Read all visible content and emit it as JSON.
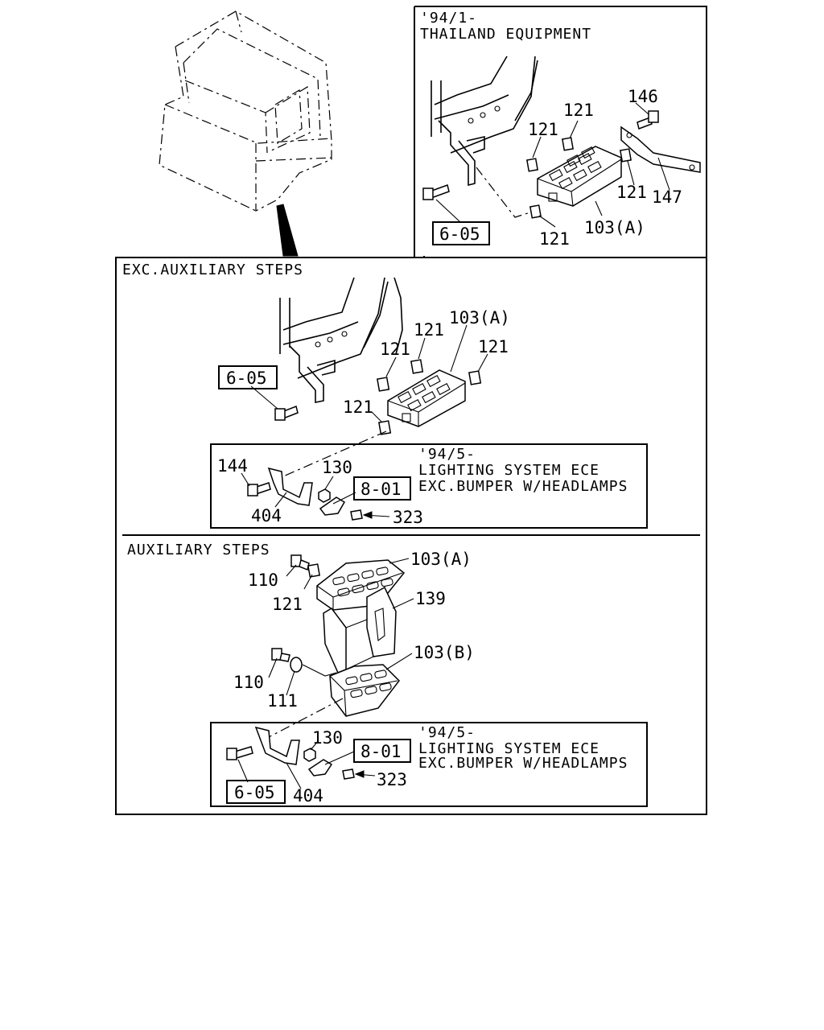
{
  "sections": {
    "thailand": {
      "line1": "'94/1-",
      "line2": "THAILAND EQUIPMENT"
    },
    "exc_aux": {
      "title": "EXC.AUXILIARY STEPS"
    },
    "aux": {
      "title": "AUXILIARY STEPS"
    },
    "lighting_1": {
      "line1": "'94/5-",
      "line2": "LIGHTING SYSTEM ECE",
      "line3": "EXC.BUMPER W/HEADLAMPS"
    },
    "lighting_2": {
      "line1": "'94/5-",
      "line2": "LIGHTING SYSTEM ECE",
      "line3": "EXC.BUMPER W/HEADLAMPS"
    }
  },
  "thailand_labels": {
    "p146": "146",
    "p121a": "121",
    "p121b": "121",
    "p121c": "121",
    "p121d": "121",
    "p147": "147",
    "p103a": "103(A)",
    "ref605": "6-05"
  },
  "exc_labels": {
    "p103a": "103(A)",
    "p121a": "121",
    "p121b": "121",
    "p121c": "121",
    "p121d": "121",
    "ref605": "6-05"
  },
  "light1_labels": {
    "p144": "144",
    "p130": "130",
    "ref801": "8-01",
    "p404": "404",
    "p323": "323"
  },
  "aux_labels": {
    "p110a": "110",
    "p121": "121",
    "p103a": "103(A)",
    "p139": "139",
    "p103b": "103(B)",
    "p110b": "110",
    "p111": "111"
  },
  "light2_labels": {
    "p130": "130",
    "ref801": "8-01",
    "ref605": "6-05",
    "p404": "404",
    "p323": "323"
  }
}
